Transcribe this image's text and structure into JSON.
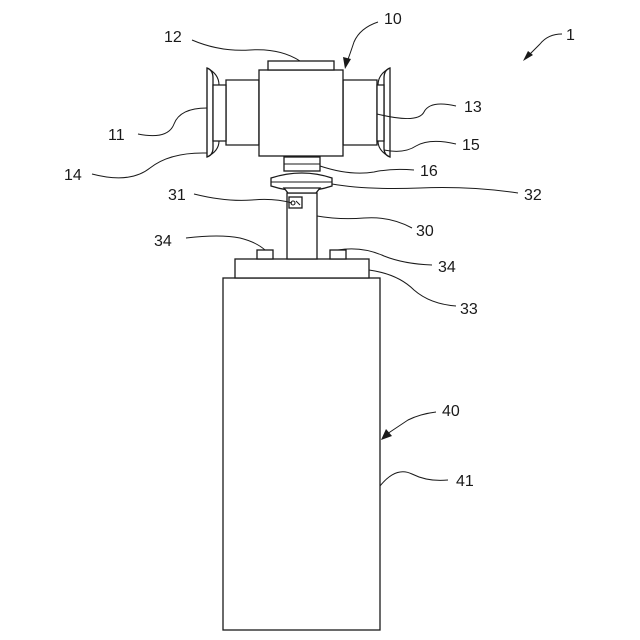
{
  "figure": {
    "line_color": "#1a1a1a",
    "background": "#ffffff",
    "reference_numerals": {
      "device": "1",
      "valve_assembly": "10",
      "left_port": "11",
      "top_cap": "12",
      "right_port": "13",
      "left_flange": "14",
      "right_flange": "15",
      "stem": "16",
      "shaft": "30",
      "pin": "31",
      "coupling": "32",
      "base_plate": "33",
      "bolt_left": "34",
      "bolt_right": "34",
      "actuator": "40",
      "actuator_housing": "41"
    }
  }
}
